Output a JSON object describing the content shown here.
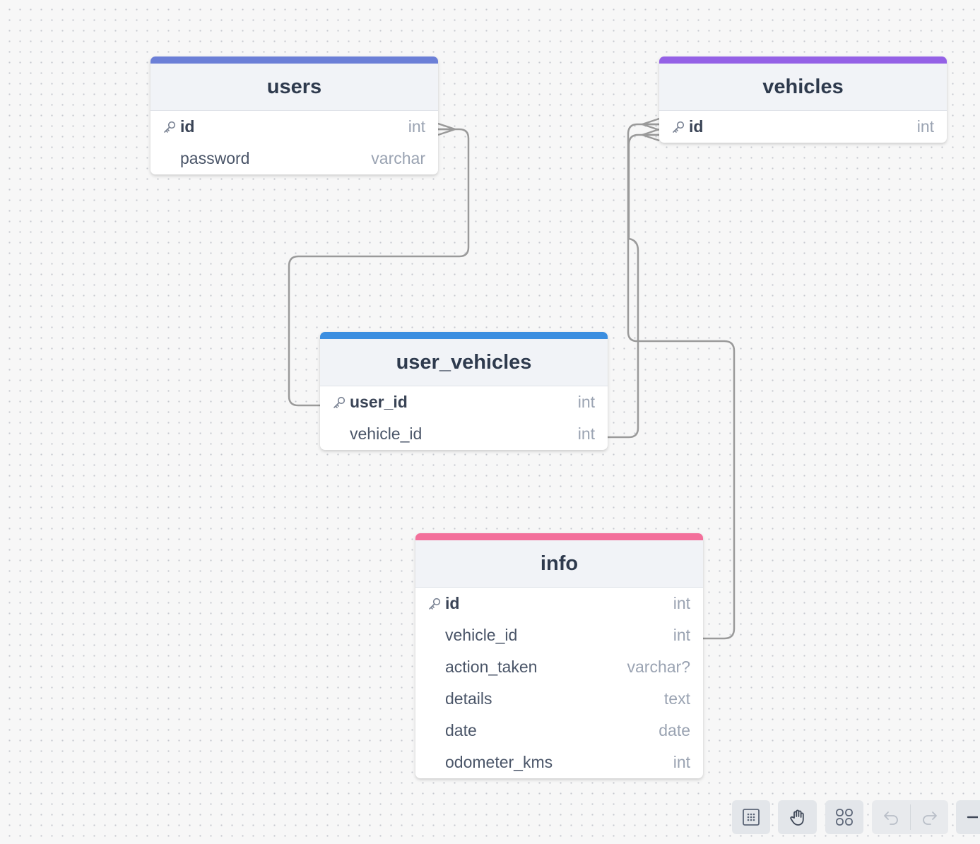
{
  "tables": [
    {
      "name": "users",
      "color": "#6b7fd7",
      "fields": [
        {
          "name": "id",
          "type": "int",
          "pk": true
        },
        {
          "name": "password",
          "type": "varchar",
          "pk": false
        }
      ]
    },
    {
      "name": "vehicles",
      "color": "#9461e6",
      "fields": [
        {
          "name": "id",
          "type": "int",
          "pk": true
        }
      ]
    },
    {
      "name": "user_vehicles",
      "color": "#3b8ee0",
      "fields": [
        {
          "name": "user_id",
          "type": "int",
          "pk": true
        },
        {
          "name": "vehicle_id",
          "type": "int",
          "pk": false
        }
      ]
    },
    {
      "name": "info",
      "color": "#f3709b",
      "fields": [
        {
          "name": "id",
          "type": "int",
          "pk": true
        },
        {
          "name": "vehicle_id",
          "type": "int",
          "pk": false
        },
        {
          "name": "action_taken",
          "type": "varchar?",
          "pk": false
        },
        {
          "name": "details",
          "type": "text",
          "pk": false
        },
        {
          "name": "date",
          "type": "date",
          "pk": false
        },
        {
          "name": "odometer_kms",
          "type": "int",
          "pk": false
        }
      ]
    }
  ],
  "relations": [
    {
      "from": "user_vehicles.user_id",
      "to": "users.id",
      "cardinality": "many"
    },
    {
      "from": "user_vehicles.vehicle_id",
      "to": "vehicles.id",
      "cardinality": "many"
    },
    {
      "from": "info.vehicle_id",
      "to": "vehicles.id",
      "cardinality": "many"
    }
  ],
  "toolbar": {
    "buttons": [
      {
        "name": "select-area-tool",
        "icon": "dotted-square-icon"
      },
      {
        "name": "pan-tool",
        "icon": "hand-icon"
      },
      {
        "name": "auto-layout-tool",
        "icon": "grid-icon"
      },
      {
        "name": "undo-button",
        "icon": "undo-icon"
      },
      {
        "name": "redo-button",
        "icon": "redo-icon"
      },
      {
        "name": "zoom-out-button",
        "icon": "minus-icon"
      }
    ]
  }
}
